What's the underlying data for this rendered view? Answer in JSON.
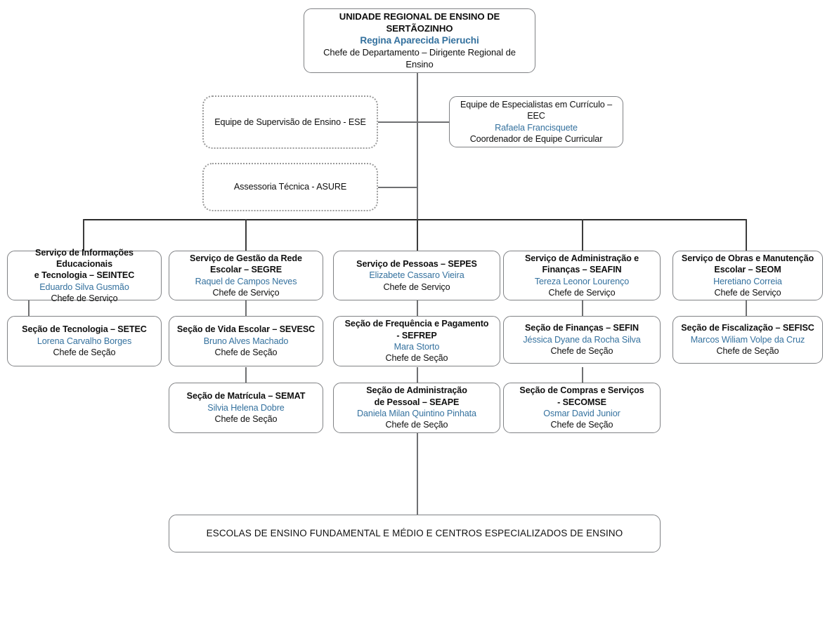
{
  "theme": {
    "accent_name_color": "#34719e",
    "text_color": "#0f0f0f",
    "box_border_color": "#808285",
    "dashed_border_color": "#9a9a9a",
    "connector_color": "#6f7072",
    "background": "#ffffff"
  },
  "root": {
    "title": "UNIDADE REGIONAL DE ENSINO DE SERTÃOZINHO",
    "name": "Regina Aparecida Pieruchi",
    "role": "Chefe de Departamento – Dirigente Regional de Ensino"
  },
  "staff": {
    "ese": {
      "title": "Equipe de Supervisão de Ensino - ESE"
    },
    "eec": {
      "title": "Equipe de Especialistas em Currículo – EEC",
      "name": "Rafaela Francisquete",
      "role": "Coordenador de Equipe Curricular"
    },
    "asure": {
      "title": "Assessoria Técnica - ASURE"
    }
  },
  "services": [
    {
      "title": "Serviço de Informações Educacionais\ne Tecnologia – SEINTEC",
      "title_line1": "Serviço de Informações Educacionais",
      "title_line2": "e Tecnologia – SEINTEC",
      "name": "Eduardo Silva Gusmão",
      "role": "Chefe de Serviço"
    },
    {
      "title_line1": "Serviço de Gestão da Rede",
      "title_line2": "Escolar – SEGRE",
      "name": "Raquel de Campos Neves",
      "role": "Chefe de Serviço"
    },
    {
      "title_line1": "Serviço de Pessoas – SEPES",
      "title_line2": "",
      "name": "Elizabete Cassaro Vieira",
      "role": "Chefe de Serviço"
    },
    {
      "title_line1": "Serviço de Administração e",
      "title_line2": "Finanças – SEAFIN",
      "name": "Tereza Leonor Lourenço",
      "role": "Chefe de Serviço"
    },
    {
      "title_line1": "Serviço de Obras e Manutenção",
      "title_line2": "Escolar – SEOM",
      "name": "Heretiano Correia",
      "role": "Chefe de Serviço"
    }
  ],
  "sections_row1": [
    {
      "title_line1": "Seção de Tecnologia – SETEC",
      "title_line2": "",
      "name": "Lorena Carvalho Borges",
      "role": "Chefe de Seção"
    },
    {
      "title_line1": "Seção de Vida Escolar – SEVESC",
      "title_line2": "",
      "name": "Bruno Alves Machado",
      "role": "Chefe de Seção"
    },
    {
      "title_line1": "Seção de Frequência e Pagamento",
      "title_line2": "- SEFREP",
      "name": "Mara Storto",
      "role": "Chefe de Seção"
    },
    {
      "title_line1": "Seção de Finanças – SEFIN",
      "title_line2": "",
      "name": "Jéssica Dyane da Rocha Silva",
      "role": "Chefe de Seção"
    },
    {
      "title_line1": "Seção de Fiscalização – SEFISC",
      "title_line2": "",
      "name": "Marcos Wiliam Volpe da Cruz",
      "role": "Chefe de Seção"
    }
  ],
  "sections_row2": [
    {
      "title_line1": "Seção de Matrícula – SEMAT",
      "title_line2": "",
      "name": "Silvia Helena Dobre",
      "role": "Chefe de Seção"
    },
    {
      "title_line1": "Seção de Administração",
      "title_line2": "de Pessoal – SEAPE",
      "name": "Daniela Milan Quintino Pinhata",
      "role": "Chefe de Seção"
    },
    {
      "title_line1": "Seção de Compras e Serviços",
      "title_line2": "- SECOMSE",
      "name": "Osmar David Junior",
      "role": "Chefe de Seção"
    }
  ],
  "footer": {
    "title": "ESCOLAS DE ENSINO FUNDAMENTAL E MÉDIO E CENTROS ESPECIALIZADOS DE ENSINO"
  }
}
